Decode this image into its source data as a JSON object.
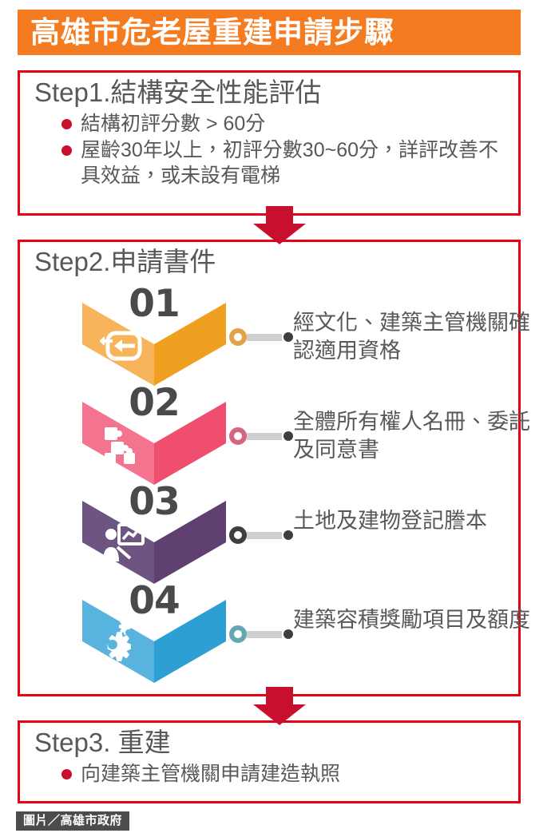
{
  "header": {
    "title": "高雄市危老屋重建申請步驟",
    "bg_color": "#F47B20",
    "text_color": "#FFFFFF"
  },
  "colors": {
    "box_border": "#E60012",
    "arrow": "#C8102E",
    "bullet": "#C8102E",
    "heading_text": "#58585A",
    "number_text": "#4A4A4A",
    "connector_bar": "#CFCFCF",
    "connector_dot": "#3E3E3E"
  },
  "step1": {
    "title": "Step1.結構安全性能評估",
    "bullets": [
      "結構初評分數 > 60分",
      "屋齡30年以上，初評分數30~60分，詳評改善不具效益，或未設有電梯"
    ]
  },
  "step2": {
    "title": "Step2.申請書件",
    "items": [
      {
        "number": "01",
        "text": "經文化、建築主管機關確認適用資格",
        "color_light": "#F7B45A",
        "color_dark": "#F0A020",
        "ring_color": "#E0A347",
        "icon": "refresh-arrows-icon"
      },
      {
        "number": "02",
        "text": "全體所有權人名冊、委託及同意書",
        "color_light": "#F4748F",
        "color_dark": "#F04E6E",
        "ring_color": "#D4667F",
        "icon": "puzzle-pieces-icon"
      },
      {
        "number": "03",
        "text": "土地及建物登記謄本",
        "color_light": "#6E5480",
        "color_dark": "#604070",
        "ring_color": "#3E3E3E",
        "icon": "presenter-chart-icon"
      },
      {
        "number": "04",
        "text": "建築容積獎勵項目及額度",
        "color_light": "#58B4DE",
        "color_dark": "#2E9FD4",
        "ring_color": "#63A7B5",
        "icon": "gears-icon"
      }
    ]
  },
  "step3": {
    "title": "Step3. 重建",
    "bullets": [
      "向建築主管機關申請建造執照"
    ]
  },
  "credit": {
    "text": "圖片／高雄市政府"
  }
}
